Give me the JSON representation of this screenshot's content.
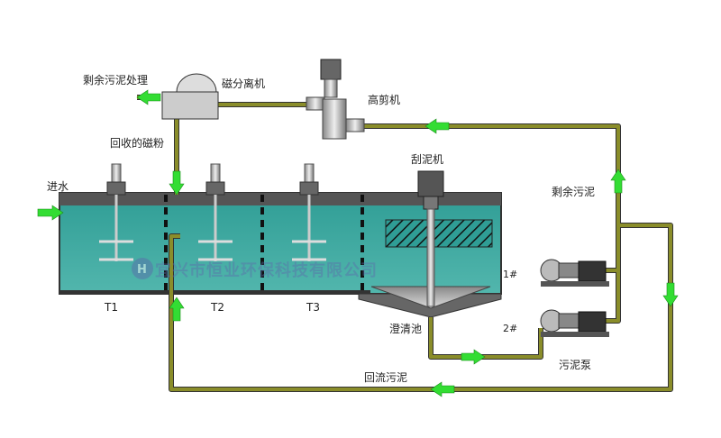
{
  "labels": {
    "surplus_sludge_treatment": "剩余污泥处理",
    "magnetic_separator": "磁分离机",
    "high_shear": "高剪机",
    "recovered_magnetic_powder": "回收的磁粉",
    "inlet_water": "进水",
    "scraper": "刮泥机",
    "surplus_sludge": "剩余污泥",
    "clarifier": "澄清池",
    "sludge_pump": "污泥泵",
    "return_sludge": "回流污泥",
    "tank_t1": "T1",
    "tank_t2": "T2",
    "tank_t3": "T3",
    "pump_1": "1#",
    "pump_2": "2#"
  },
  "watermark": "宜兴市恒业环保科技有限公司",
  "colors": {
    "water": "#3aa49a",
    "pipe": "#8a8d2a",
    "arrow": "#33dd33",
    "tank_wall": "#444444"
  }
}
